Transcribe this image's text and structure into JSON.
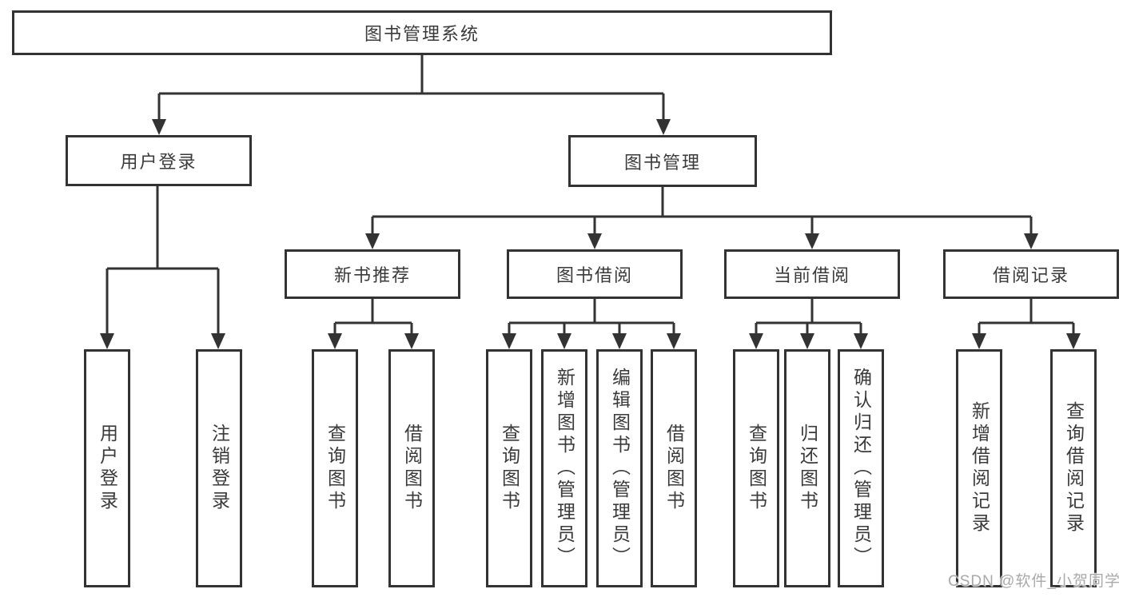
{
  "nodes": {
    "root": "图书管理系统",
    "level2": [
      "用户登录",
      "图书管理"
    ],
    "level3": [
      "新书推荐",
      "图书借阅",
      "当前借阅",
      "借阅记录"
    ],
    "level4": [
      "用户登录",
      "注销登录",
      "查询图书",
      "借阅图书",
      "查询图书",
      "新增图书（管理员）",
      "编辑图书（管理员）",
      "借阅图书",
      "查询图书",
      "归还图书",
      "确认归还（管理员）",
      "新增借阅记录",
      "查询借阅记录"
    ]
  },
  "tree": {
    "label": "图书管理系统",
    "children": [
      {
        "label": "用户登录",
        "children": [
          {
            "label": "用户登录"
          },
          {
            "label": "注销登录"
          }
        ]
      },
      {
        "label": "图书管理",
        "children": [
          {
            "label": "新书推荐",
            "children": [
              {
                "label": "查询图书"
              },
              {
                "label": "借阅图书"
              }
            ]
          },
          {
            "label": "图书借阅",
            "children": [
              {
                "label": "查询图书"
              },
              {
                "label": "新增图书（管理员）"
              },
              {
                "label": "编辑图书（管理员）"
              },
              {
                "label": "借阅图书"
              }
            ]
          },
          {
            "label": "当前借阅",
            "children": [
              {
                "label": "查询图书"
              },
              {
                "label": "归还图书"
              },
              {
                "label": "确认归还（管理员）"
              }
            ]
          },
          {
            "label": "借阅记录",
            "children": [
              {
                "label": "新增借阅记录"
              },
              {
                "label": "查询借阅记录"
              }
            ]
          }
        ]
      }
    ]
  },
  "watermark": "CSDN @软件_小贺同学",
  "colors": {
    "line": "#333333",
    "text": "#3a3a3a",
    "box_background": "#ffffff",
    "page_background": "#ffffff",
    "watermark": "#a9a9a9"
  }
}
